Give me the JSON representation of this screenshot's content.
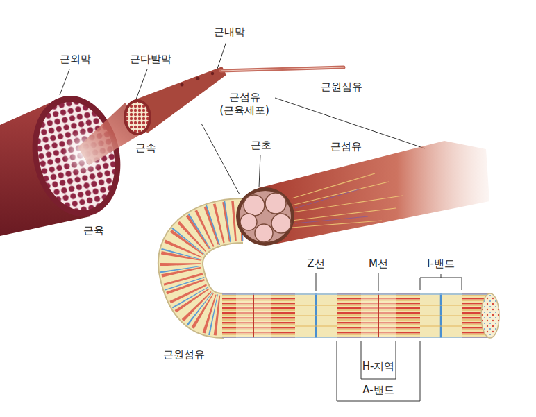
{
  "diagram": {
    "labels": [
      "근외막",
      "근다발막",
      "근내막",
      "근원섬유",
      "근섬유 (근육세포)",
      "근속",
      "근육",
      "근초",
      "근섬유",
      "Z선",
      "M선",
      "I-밴드",
      "근원섬유",
      "H-지역",
      "A-밴드"
    ]
  }
}
